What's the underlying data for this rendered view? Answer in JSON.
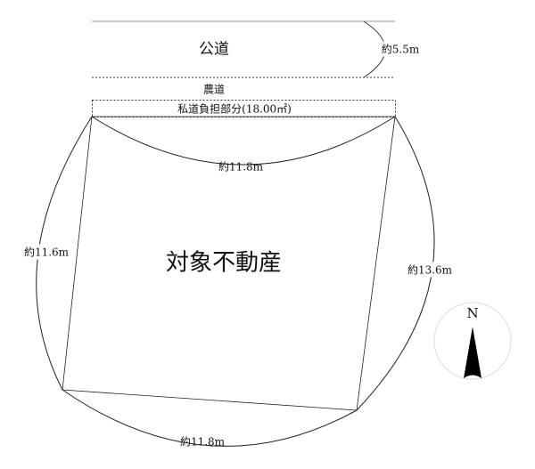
{
  "road": {
    "public_road": "公道",
    "public_road_width": "約5.5m",
    "farm_road": "農道",
    "private_road_share": "私道負担部分(18.00㎡)"
  },
  "property": {
    "label": "対象不動産"
  },
  "dimensions": {
    "top": "約11.8m",
    "left": "約11.6m",
    "right": "約13.6m",
    "bottom": "約11.8m"
  },
  "compass": {
    "north": "N"
  }
}
